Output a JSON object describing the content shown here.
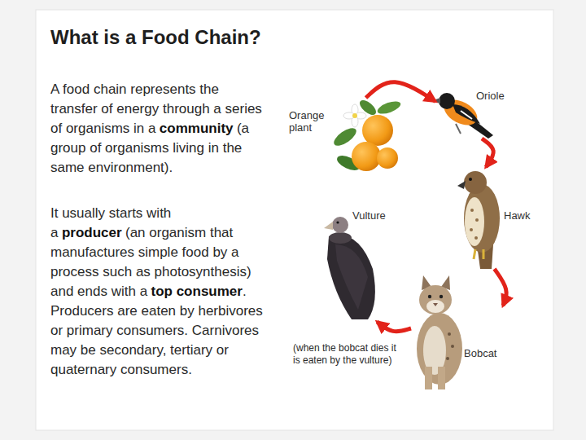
{
  "diagram": {
    "title": "What is a Food Chain?",
    "nodes": [
      {
        "text": [
          "Orange plant"
        ]
      },
      {
        "text": [
          "Oriole"
        ]
      },
      {
        "text": [
          "Hawk"
        ]
      },
      {
        "text": [
          "Bobcat"
        ]
      },
      {
        "text": [
          "Vulture"
        ]
      }
    ],
    "edges": [
      {
        "from": 0,
        "to": 1,
        "arrow": "to"
      },
      {
        "from": 1,
        "to": 2,
        "arrow": "to"
      },
      {
        "from": 2,
        "to": 3,
        "arrow": "to"
      },
      {
        "from": 3,
        "to": 4,
        "arrow": "to"
      }
    ],
    "labels": [
      "A food chain represents the transfer of energy through a series of organisms in a",
      "community",
      "(a group of organisms living in the same environment).",
      "It usually starts with a",
      "producer",
      "(an organism that manufactures simple food by a process such as photosynthesis) and ends with a",
      "top consumer",
      ". Producers are eaten by herbivores or primary consumers. Carnivores may be secondary, tertiary or quaternary consumers.",
      "(when the bobcat dies it is eaten by the vulture)"
    ]
  }
}
